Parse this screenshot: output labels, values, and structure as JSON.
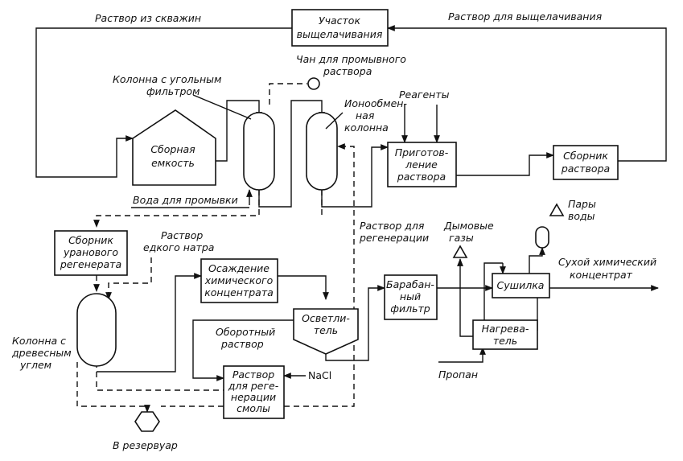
{
  "boxes": {
    "leaching_area": [
      "Участок",
      "выщелачивания"
    ],
    "collecting_tank": [
      "Сборная",
      "емкость"
    ],
    "solution_prep": [
      "Приготов-",
      "ление",
      "раствора"
    ],
    "solution_collector": [
      "Сборник",
      "раствора"
    ],
    "uranium_regenerate": [
      "Сборник",
      "уранового",
      "регенерата"
    ],
    "chem_precipitation": [
      "Осаждение",
      "химического",
      "концентрата"
    ],
    "clarifier": [
      "Осветли-",
      "тель"
    ],
    "resin_regen": [
      "Раствор",
      "для реге-",
      "нерации",
      "смолы"
    ],
    "drum_filter": [
      "Барабан-",
      "ный",
      "фильтр"
    ],
    "dryer": [
      "Сушилка"
    ],
    "heater": [
      "Нагрева-",
      "тель"
    ]
  },
  "labels": {
    "well_solution": "Раствор из скважин",
    "leach_solution": "Раствор для выщелачивания",
    "wash_tank": [
      "Чан для промывного",
      "раствора"
    ],
    "carbon_column": [
      "Колонна с угольным",
      "фильтром"
    ],
    "ion_column": [
      "Ионообмен-",
      "ная",
      "колонна"
    ],
    "reagents": "Реагенты",
    "wash_water": "Вода для промывки",
    "caustic": [
      "Раствор",
      "едкого натра"
    ],
    "regen_solution": [
      "Раствор для",
      "регенерации"
    ],
    "flue_gases": [
      "Дымовые",
      "газы"
    ],
    "water_vapor": [
      "Пары",
      "воды"
    ],
    "dry_concentrate": [
      "Сухой химический",
      "концентрат"
    ],
    "wood_column": [
      "Колонна с",
      "древесным",
      "углем"
    ],
    "recycle": [
      "Оборотный",
      "раствор"
    ],
    "nacl": "NaCl",
    "propane": "Пропан",
    "reservoir": "В резервуар"
  }
}
